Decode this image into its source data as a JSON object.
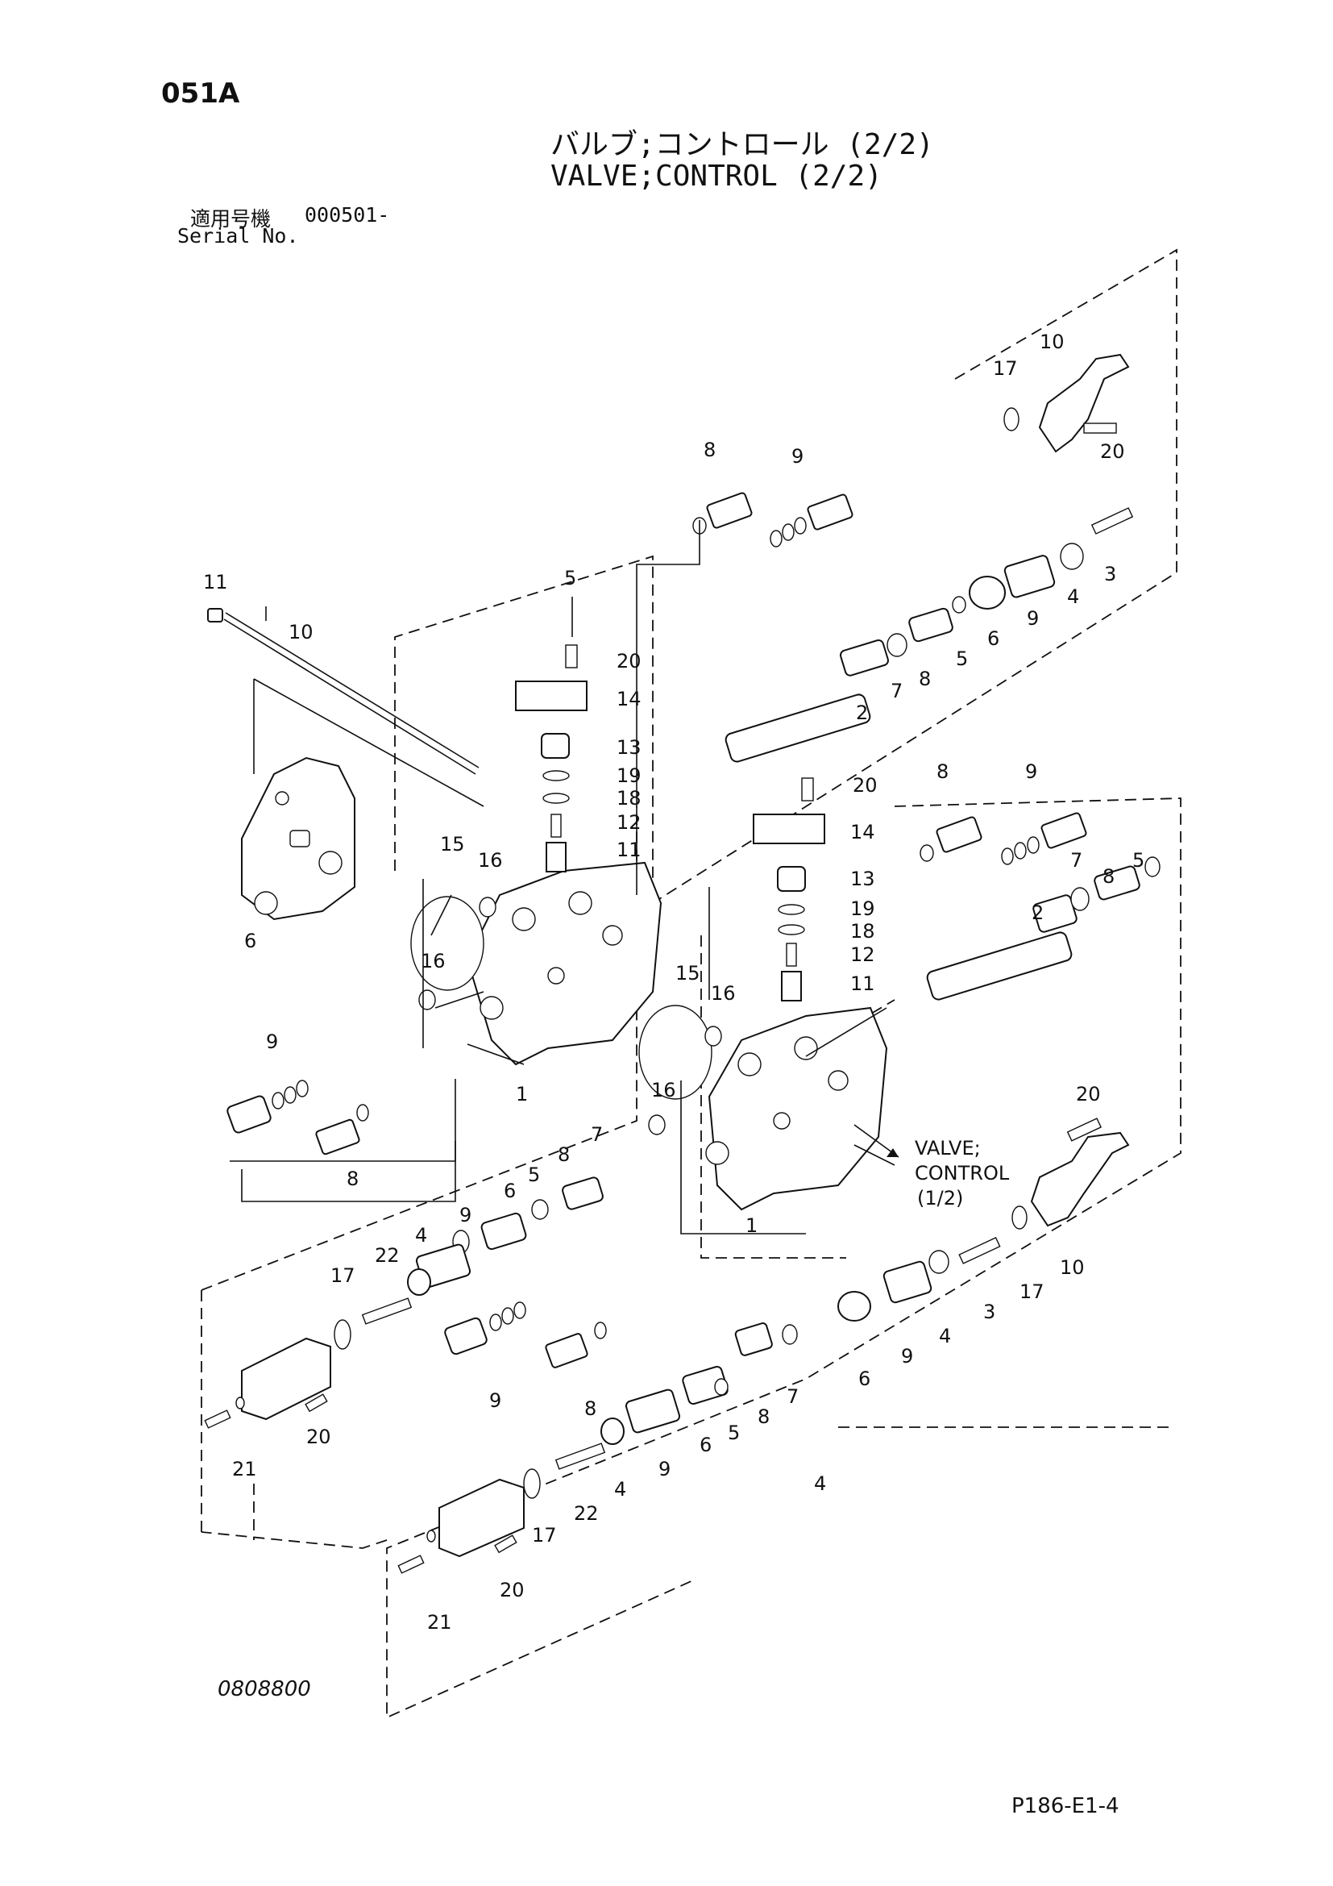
{
  "header": {
    "page_code": "051A",
    "title_jp": "バルブ;コントロール (2/2)",
    "title_en": "VALVE;CONTROL (2/2)",
    "serial_label_jp": "適用号機",
    "serial_value": "000501-",
    "serial_label_en": "Serial No."
  },
  "callouts": {
    "upper_left": [
      "11",
      "10",
      "6"
    ],
    "upper_valve": [
      "5",
      "20",
      "14",
      "13",
      "19",
      "18",
      "12",
      "11",
      "15",
      "16",
      "16",
      "1",
      "9",
      "8"
    ],
    "upper_right": [
      "17",
      "10",
      "20",
      "8",
      "9",
      "3",
      "4",
      "9",
      "6",
      "5",
      "8",
      "7",
      "2"
    ],
    "upper_spool_lower": [
      "9",
      "6",
      "5",
      "8",
      "7",
      "4",
      "22",
      "17",
      "20",
      "21"
    ],
    "lower_valve": [
      "20",
      "14",
      "13",
      "19",
      "18",
      "12",
      "11",
      "15",
      "16",
      "16",
      "1",
      "8",
      "9",
      "2",
      "7",
      "8",
      "5"
    ],
    "lower_right": [
      "20",
      "17",
      "10",
      "3",
      "4",
      "9",
      "6"
    ],
    "lower_spool": [
      "9",
      "8",
      "7",
      "8",
      "5",
      "6",
      "9",
      "4",
      "22",
      "17",
      "20",
      "21",
      "4"
    ]
  },
  "reference_label": {
    "line1": "VALVE;",
    "line2": "CONTROL",
    "line3": "(1/2)"
  },
  "footer": {
    "drawing_no": "0808800",
    "page_ref": "P186-E1-4"
  }
}
